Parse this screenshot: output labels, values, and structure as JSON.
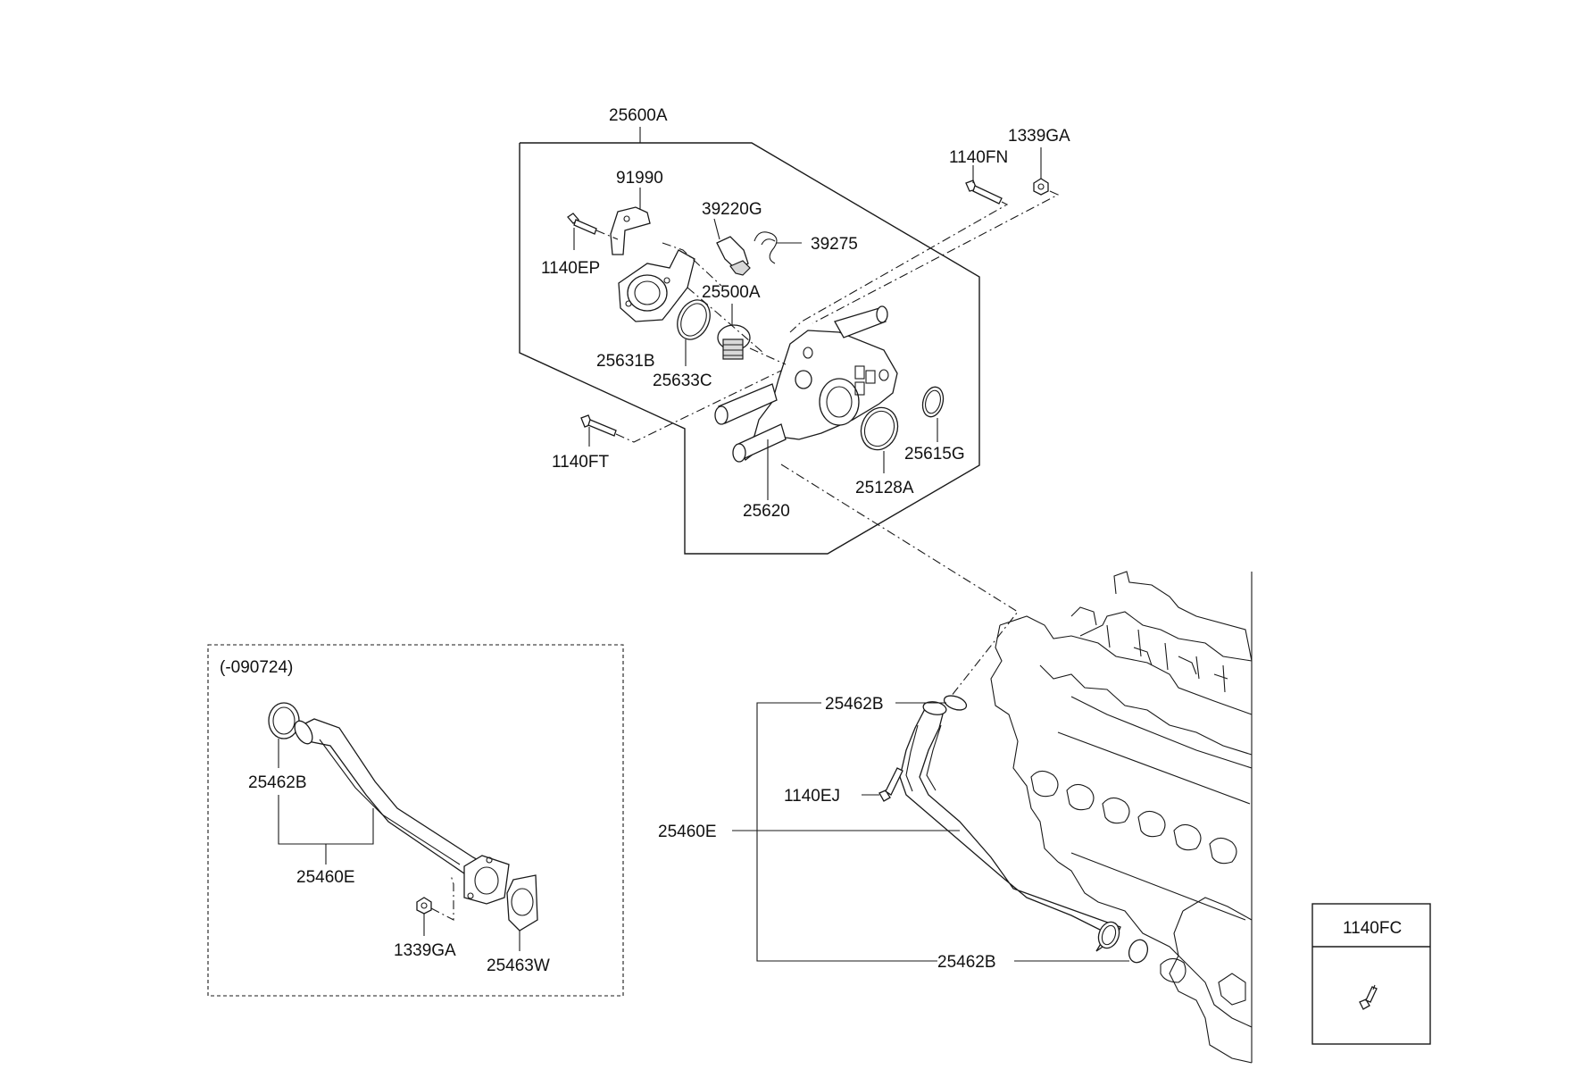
{
  "diagram": {
    "variant_label": "(-090724)",
    "box_label": "1140FC"
  },
  "callouts": {
    "c25600A": "25600A",
    "c91990": "91990",
    "c39220G": "39220G",
    "c39275": "39275",
    "c1140EP": "1140EP",
    "c25500A": "25500A",
    "c25631B": "25631B",
    "c25633C": "25633C",
    "c1140FN": "1140FN",
    "c1339GA_top": "1339GA",
    "c25615G": "25615G",
    "c25128A": "25128A",
    "c1140FT": "1140FT",
    "c25620": "25620",
    "c25462B_left": "25462B",
    "c25460E_left": "25460E",
    "c1339GA_left": "1339GA",
    "c25463W": "25463W",
    "c25462B_top": "25462B",
    "c1140EJ": "1140EJ",
    "c25460E_right": "25460E",
    "c25462B_bottom": "25462B"
  }
}
